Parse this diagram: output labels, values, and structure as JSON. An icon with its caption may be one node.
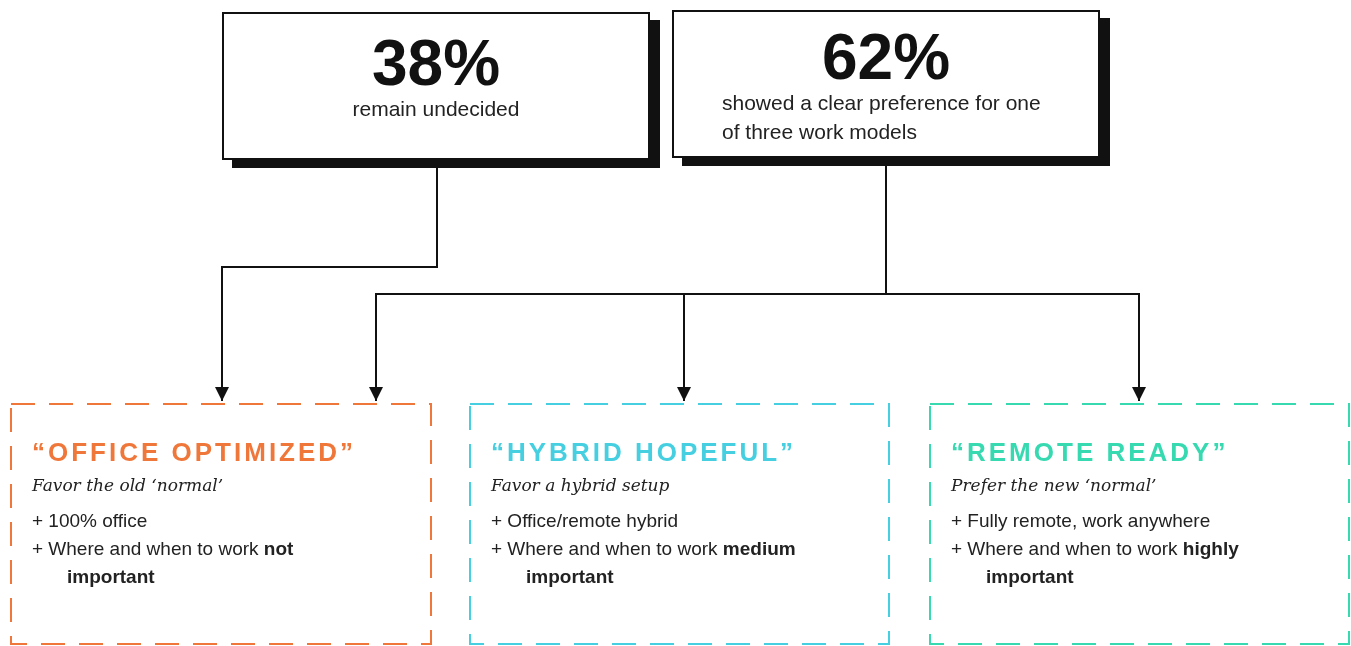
{
  "diagram": {
    "nodes": [
      {
        "text": [
          "38%",
          "remain undecided"
        ]
      },
      {
        "text": [
          "62%",
          "showed a clear preference for one of three work models"
        ]
      },
      {
        "text": [
          "“OFFICE OPTIMIZED”",
          "Favor the old ‘normal’",
          "+ 100% office",
          "+ Where and when to work **not important**"
        ]
      },
      {
        "text": [
          "“HYBRID HOPEFUL”",
          "Favor a hybrid setup",
          "+ Office/remote hybrid",
          "+ Where and when to work **medium important**"
        ]
      },
      {
        "text": [
          "“REMOTE READY”",
          "Prefer the new ‘normal’",
          "+ Fully remote, work anywhere",
          "+ Where and when to work **highly important**"
        ]
      }
    ],
    "edges": [
      {
        "from": 0,
        "to": 2,
        "arrow": "to"
      },
      {
        "from": 1,
        "to": 2,
        "arrow": "to"
      },
      {
        "from": 1,
        "to": 3,
        "arrow": "to"
      },
      {
        "from": 1,
        "to": 4,
        "arrow": "to"
      }
    ]
  }
}
